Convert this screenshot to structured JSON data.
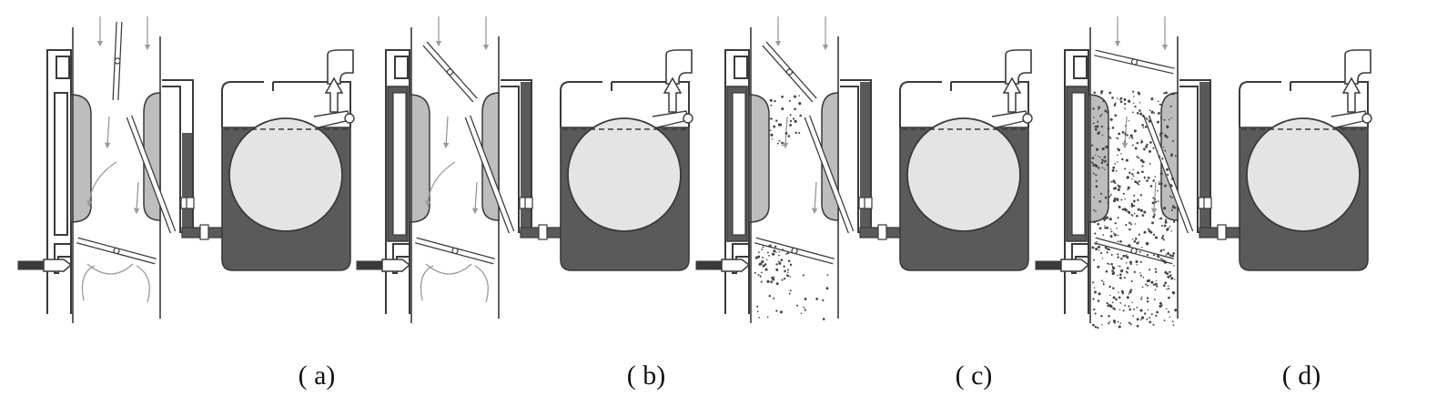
{
  "captions": [
    "( a)",
    "( b)",
    "( c)",
    "( d)"
  ],
  "colors": {
    "stroke": "#3a3a3a",
    "liquid": "#5a5a5a",
    "pad": "#bdbdbd",
    "roller": "#e4e4e4",
    "arrow": "#9a9a9a",
    "background": "#ffffff"
  },
  "panels": [
    {
      "id": "a",
      "damper_top": "vertical",
      "damper_bottom": "angled",
      "airflow": "clean-curved",
      "particles": "none",
      "wall_channel_filled": false
    },
    {
      "id": "b",
      "damper_top": "angled-open",
      "damper_bottom": "angled",
      "airflow": "clean-curved",
      "particles": "none",
      "wall_channel_filled": true
    },
    {
      "id": "c",
      "damper_top": "angled-open",
      "damper_bottom": "angled",
      "airflow": "spray-light",
      "particles": "light",
      "wall_channel_filled": true
    },
    {
      "id": "d",
      "damper_top": "near-horizontal",
      "damper_bottom": "angled",
      "airflow": "spray-dense",
      "particles": "dense",
      "wall_channel_filled": true
    }
  ]
}
